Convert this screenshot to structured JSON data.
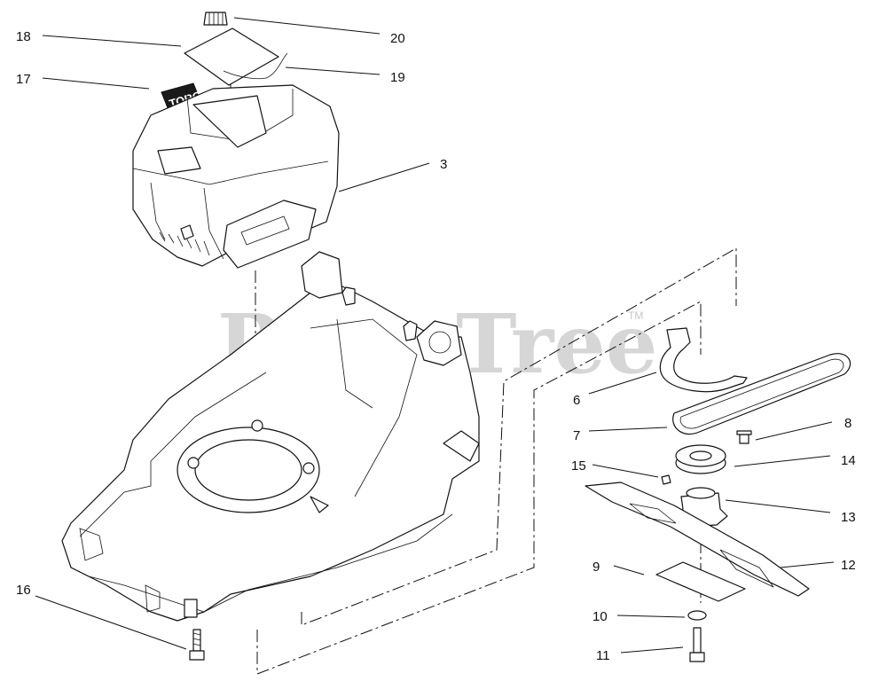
{
  "watermark": {
    "text": "PartsTree",
    "tm": "TM"
  },
  "logo_text": "TORO",
  "callouts": [
    {
      "id": "p18",
      "number": "18"
    },
    {
      "id": "p20",
      "number": "20"
    },
    {
      "id": "p17",
      "number": "17"
    },
    {
      "id": "p19",
      "number": "19"
    },
    {
      "id": "p3",
      "number": "3"
    },
    {
      "id": "p6",
      "number": "6"
    },
    {
      "id": "p8",
      "number": "8"
    },
    {
      "id": "p7",
      "number": "7"
    },
    {
      "id": "p14",
      "number": "14"
    },
    {
      "id": "p15",
      "number": "15"
    },
    {
      "id": "p13",
      "number": "13"
    },
    {
      "id": "p9",
      "number": "9"
    },
    {
      "id": "p12",
      "number": "12"
    },
    {
      "id": "p16",
      "number": "16"
    },
    {
      "id": "p10",
      "number": "10"
    },
    {
      "id": "p11",
      "number": "11"
    }
  ]
}
